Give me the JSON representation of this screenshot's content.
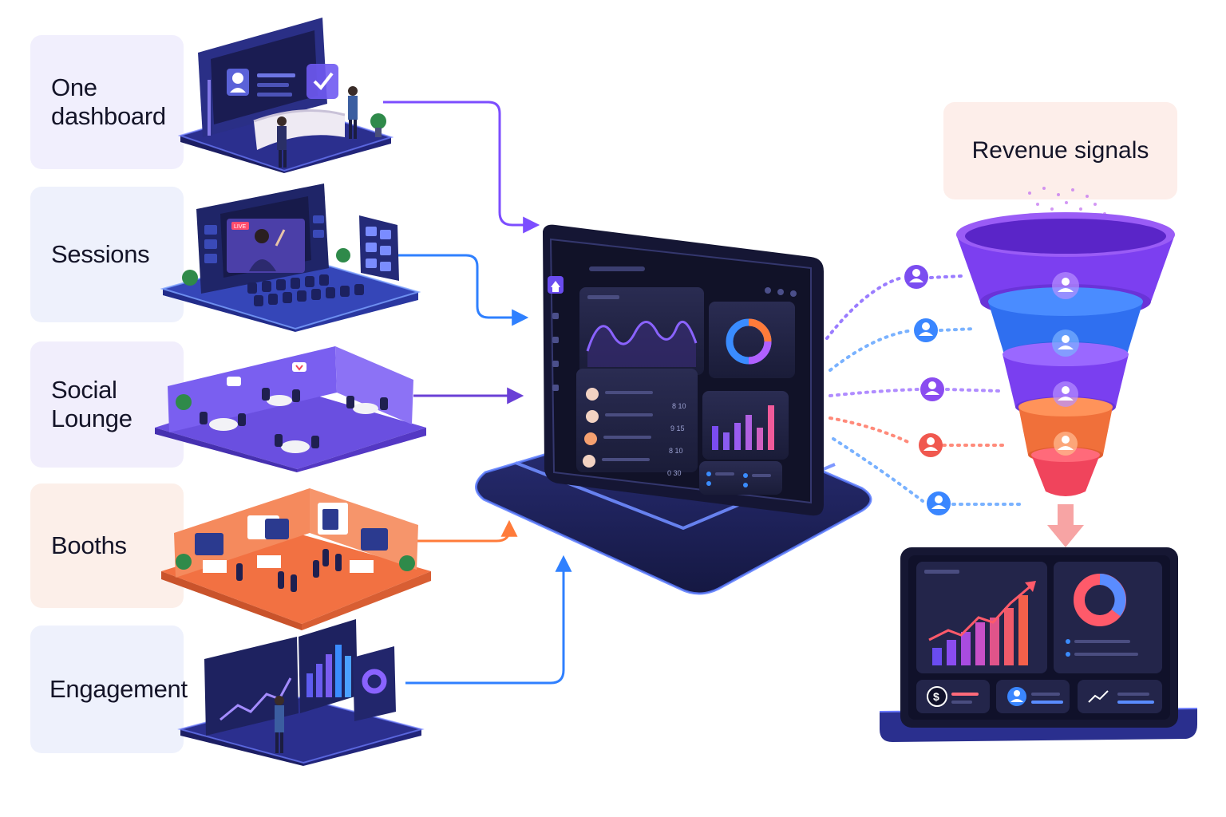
{
  "labels": {
    "one_dashboard": "One\ndashboard",
    "sessions": "Sessions",
    "social_lounge": "Social\nLounge",
    "booths": "Booths",
    "engagement": "Engagement"
  },
  "revenue": {
    "title": "Revenue signals"
  },
  "sessions_scene": {
    "live_badge": "LIVE"
  },
  "hub_list": {
    "values": [
      "8 10",
      "9 15",
      "8 10",
      "0 30"
    ]
  },
  "colors": {
    "indigo": "#2f2f8f",
    "violet": "#7c4dff",
    "blue": "#2f80ff",
    "purple": "#6a3fd6",
    "orange": "#ff7b3a",
    "red": "#f04a5c",
    "dark_panel": "#1b1d3a"
  }
}
